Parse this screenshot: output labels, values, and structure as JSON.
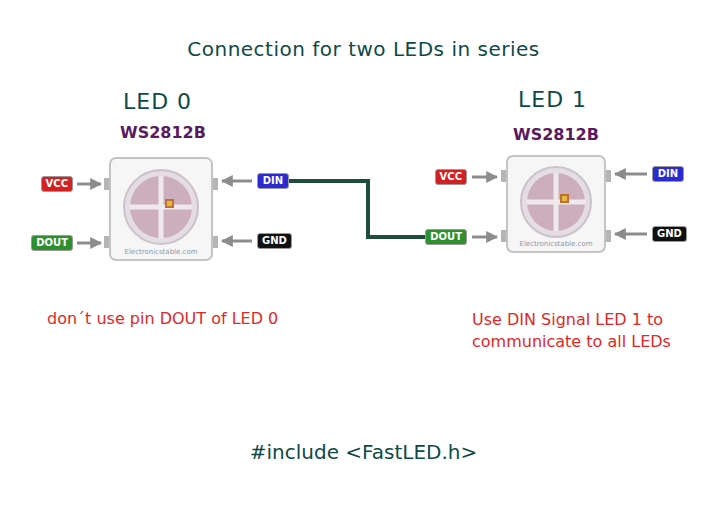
{
  "diagram": {
    "title": "Connection for two LEDs in series",
    "nodes": [
      {
        "text": [
          "VCC"
        ]
      },
      {
        "text": [
          "DIN"
        ]
      },
      {
        "text": [
          "DOUT"
        ]
      },
      {
        "text": [
          "GND"
        ]
      },
      {
        "text": [
          "VCC"
        ]
      },
      {
        "text": [
          "DIN"
        ]
      },
      {
        "text": [
          "DOUT"
        ]
      },
      {
        "text": [
          "GND"
        ]
      }
    ],
    "edges": [
      {
        "from": 1,
        "to": 6,
        "arrow": "none"
      }
    ],
    "labels": [
      "LED 0",
      "WS2812B",
      "LED 1",
      "WS2812B",
      "don´t use pin DOUT of LED 0",
      "Use DIN Signal LED 1 to communicate to all LEDs",
      "#include <FastLED.h>",
      "Electronicstable.com",
      "Electronicstable.com"
    ]
  }
}
